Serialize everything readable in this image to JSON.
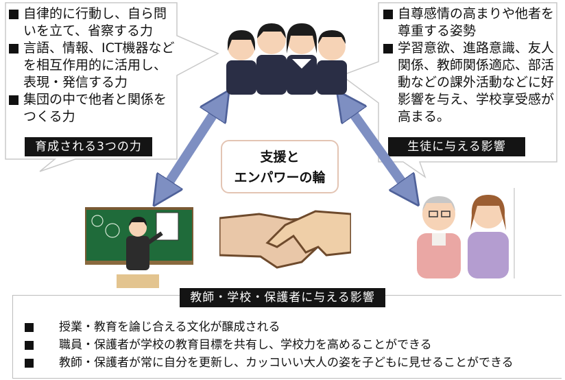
{
  "left_callout": {
    "items": [
      "自律的に行動し、自ら問いを立て、省察する力",
      "言語、情報、ICT機器などを相互作用的に活用し、表現・発信する力",
      "集団の中で他者と関係をつくる力"
    ],
    "label": "育成される3つの力"
  },
  "right_callout": {
    "items": [
      "自尊感情の高まりや他者を尊重する姿勢",
      "学習意欲、進路意識、友人関係、教師関係適応、部活動などの課外活動などに好影響を与え、学校享受感が高まる。"
    ],
    "label": "生徒に与える影響"
  },
  "center": {
    "line1": "支援と",
    "line2": "エンパワーの輪"
  },
  "bottom": {
    "label": "教師・学校・保護者に与える影響",
    "items": [
      "授業・教育を論じ合える文化が醸成される",
      "職員・保護者が学校の教育目標を共有し、学校力を高めることができる",
      "教師・保護者が常に自分を更新し、カッコいい大人の姿を子どもに見せることができる"
    ]
  },
  "illustrations": {
    "students": "students-group-illustration",
    "teacher": "teacher-at-blackboard-illustration",
    "handshake": "handshake-illustration",
    "parents": "parents-couple-illustration",
    "arrows": "double-headed-arrow-icon"
  },
  "colors": {
    "arrow": "#7e8fc2",
    "arrow_edge": "#4f6199",
    "label_bg": "#141414",
    "box_border": "#c9c9c9"
  }
}
